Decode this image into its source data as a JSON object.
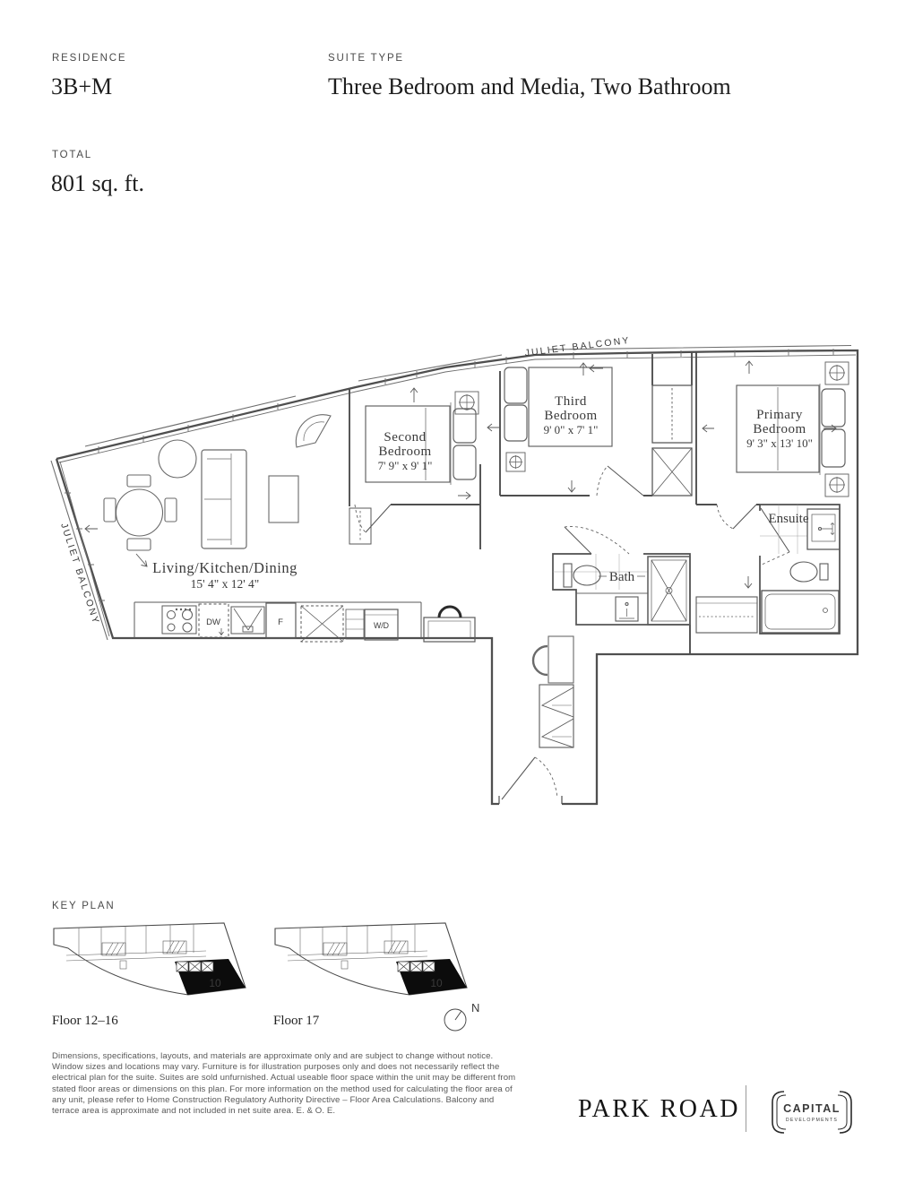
{
  "header": {
    "residence_label": "RESIDENCE",
    "residence_value": "3B+M",
    "suite_type_label": "SUITE TYPE",
    "suite_type_value": "Three Bedroom and Media, Two Bathroom",
    "total_label": "TOTAL",
    "total_value": "801 sq. ft."
  },
  "plan": {
    "balcony_top_label": "JULIET BALCONY",
    "balcony_left_label": "JULIET BALCONY",
    "rooms": {
      "living": {
        "name": "Living/Kitchen/Dining",
        "dims": "15' 4\" x 12' 4\""
      },
      "second_bedroom": {
        "line1": "Second",
        "line2": "Bedroom",
        "dims": "7' 9\" x 9' 1\""
      },
      "third_bedroom": {
        "line1": "Third",
        "line2": "Bedroom",
        "dims": "9' 0\" x 7' 1\""
      },
      "primary_bedroom": {
        "line1": "Primary",
        "line2": "Bedroom",
        "dims": "9' 3\" x 13' 10\""
      },
      "bath": {
        "name": "Bath"
      },
      "ensuite": {
        "name": "Ensuite"
      }
    },
    "appliances": {
      "dishwasher": "DW",
      "fridge": "F",
      "washer_dryer": "W/D"
    }
  },
  "key_plan": {
    "label": "KEY PLAN",
    "floors": [
      {
        "caption": "Floor 12–16",
        "unit_number": "10"
      },
      {
        "caption": "Floor 17",
        "unit_number": "10"
      }
    ],
    "compass_label": "N"
  },
  "disclaimer": "Dimensions, specifications, layouts, and materials are approximate only and are subject to change without notice. Window sizes and locations may vary. Furniture is for illustration purposes only and does not necessarily reflect the electrical plan for the suite. Suites are sold unfurnished. Actual useable floor space within the unit may be different from stated floor areas or dimensions on this plan. For more information on the method used for calculating the floor area of any unit, please refer to Home Construction Regulatory Authority Directive – Floor Area Calculations. Balcony and terrace area is approximate and not included in net suite area. E. & O. E.",
  "footer": {
    "brand_name": "PARK ROAD",
    "developer_name": "CAPITAL",
    "developer_subtitle": "DEVELOPMENTS"
  },
  "colors": {
    "line": "#4f4f4f",
    "highlight_black": "#0c0c0c"
  }
}
